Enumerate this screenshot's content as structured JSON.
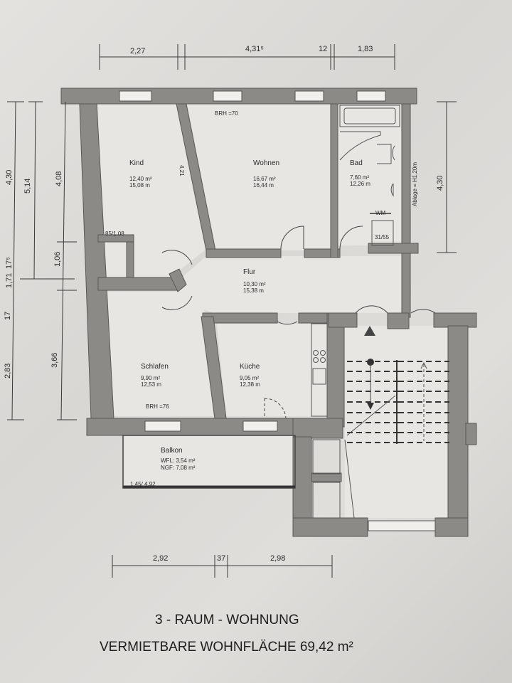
{
  "title": {
    "line1": "3 - RAUM - WOHNUNG",
    "line2": "VERMIETBARE  WOHNFLÄCHE  69,42 m²"
  },
  "dimensions": {
    "top": [
      "2,27",
      "4,31⁵",
      "12",
      "1,83"
    ],
    "bottom": [
      "2,92",
      "37",
      "2,98"
    ],
    "left_outer": [
      "4,30",
      "1,71",
      "2,83"
    ],
    "left_outer_small": [
      "17⁵",
      "17"
    ],
    "left_middle": [
      "5,14"
    ],
    "left_inner": [
      "4,08",
      "1,06",
      "3,66"
    ],
    "right": [
      "4,30"
    ],
    "wall_diag": "4,21",
    "niche": "85/1,08",
    "balcony_opening": "1,45/ 4,92",
    "wm_size": "31/55"
  },
  "rooms": [
    {
      "name": "Kind",
      "area": "12,40 m²",
      "perimeter": "15,08 m"
    },
    {
      "name": "Wohnen",
      "area": "16,67 m²",
      "perimeter": "16,44 m"
    },
    {
      "name": "Bad",
      "area": "7,60 m²",
      "perimeter": "12,26 m"
    },
    {
      "name": "Flur",
      "area": "10,30 m²",
      "perimeter": "15,38 m"
    },
    {
      "name": "Schlafen",
      "area": "9,90 m²",
      "perimeter": "12,53 m"
    },
    {
      "name": "Küche",
      "area": "9,05 m²",
      "perimeter": "12,38 m"
    }
  ],
  "balcony": {
    "name": "Balkon",
    "wfl": "WFL: 3,54 m²",
    "ngf": "NGF: 7,08 m²"
  },
  "annotations": {
    "brh_top": "BRH =70",
    "brh_bottom": "BRH =76",
    "wm": "WM",
    "ablage": "Ablage = H1,20m"
  }
}
